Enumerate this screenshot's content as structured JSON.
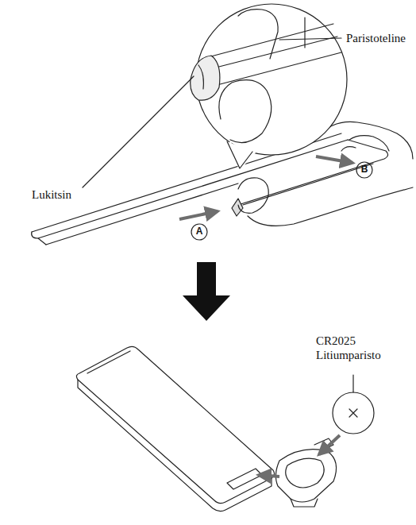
{
  "diagram": {
    "labels": [
      "Paristoteline",
      "Lukitsin",
      "A",
      "B",
      "CR2025 Litiumparisto"
    ]
  }
}
